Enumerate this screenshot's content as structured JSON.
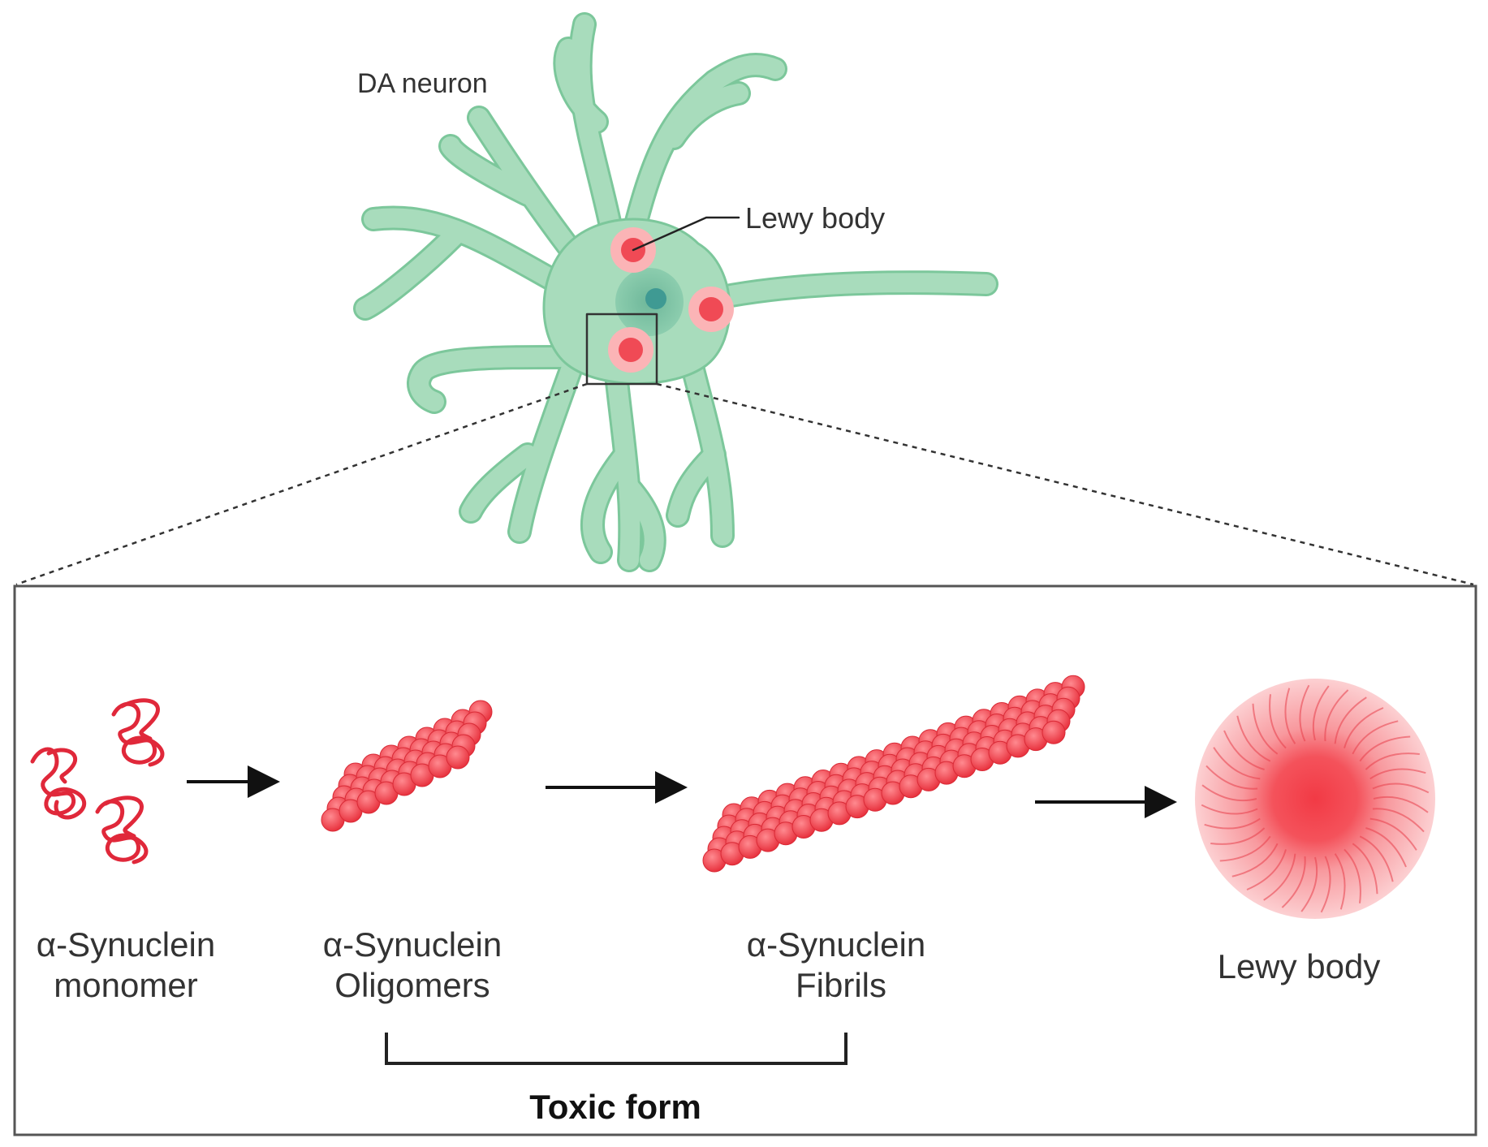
{
  "neuron": {
    "label": "DA neuron",
    "callout": "Lewy body"
  },
  "stages": [
    {
      "line1": "α-Synuclein",
      "line2": "monomer"
    },
    {
      "line1": "α-Synuclein",
      "line2": "Oligomers"
    },
    {
      "line1": "α-Synuclein",
      "line2": "Fibrils"
    },
    {
      "line1": "Lewy body",
      "line2": ""
    }
  ],
  "bracket_label": "Toxic form",
  "colors": {
    "neuron_fill": "#a8dcbc",
    "neuron_stroke": "#7cc79b",
    "protein_red": "#f04a55",
    "protein_light": "#ff7d84",
    "arrow": "#111111",
    "frame": "#555555"
  }
}
